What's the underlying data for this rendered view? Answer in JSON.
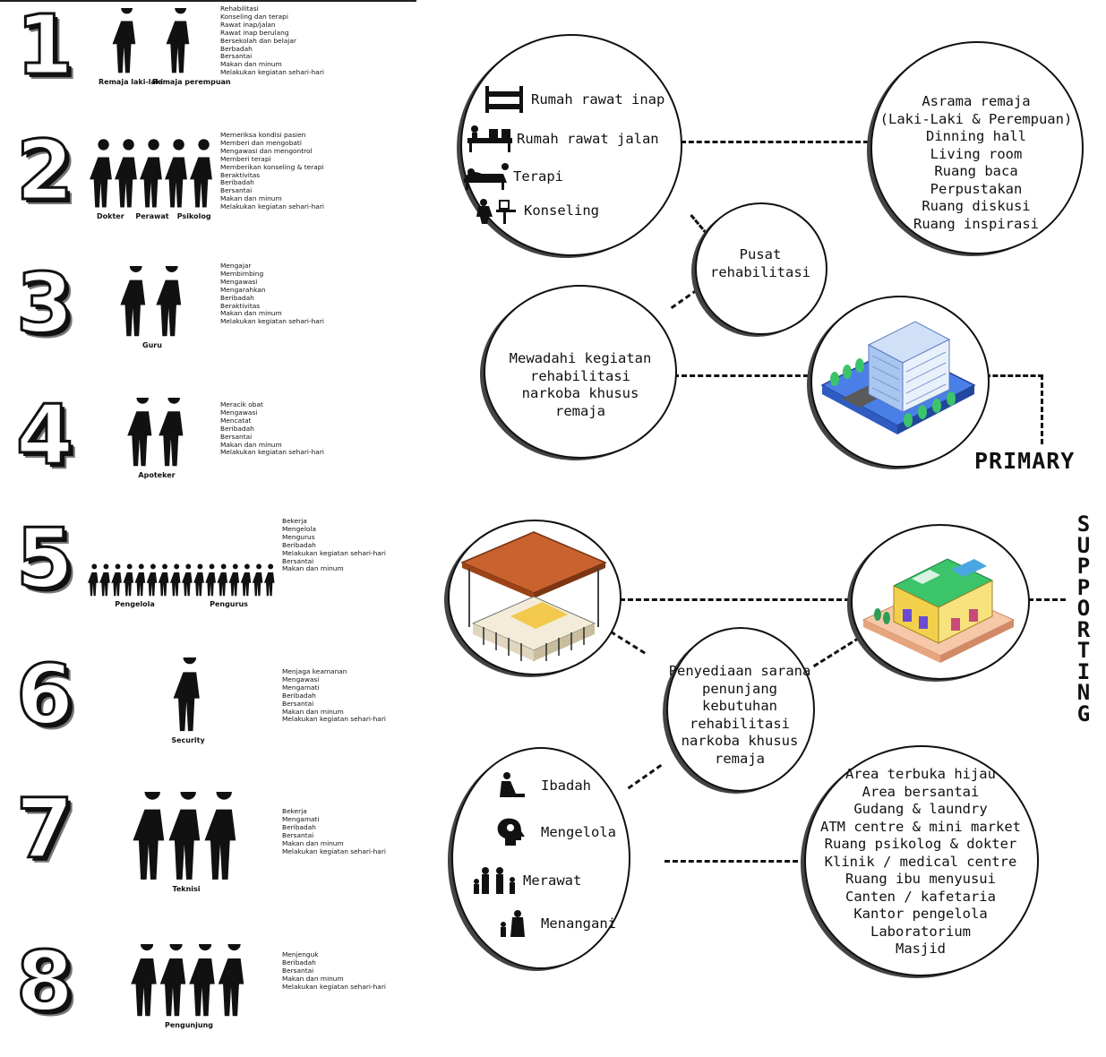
{
  "rows": [
    {
      "number": "1",
      "roles": [
        "Remaja laki-laki",
        "Remaja perempuan"
      ],
      "activities": [
        "Rehabilitasi",
        "Konseling dan terapi",
        "Rawat inap/jalan",
        "Rawat inap berulang",
        "Bersekolah dan belajar",
        "Berbadah",
        "Bersantai",
        "Makan dan minum",
        "Melakukan kegiatan sehari-hari"
      ]
    },
    {
      "number": "2",
      "roles": [
        "Dokter",
        "Perawat",
        "Psikolog"
      ],
      "activities": [
        "Memeriksa kondisi pasien",
        "Memberi dan mengobati",
        "Mengawasi dan mengontrol",
        "Memberi terapi",
        "Memberikan konseling & terapi",
        "Beraktivitas",
        "Beribadah",
        "Bersantai",
        "Makan dan minum",
        "Melakukan kegiatan sehari-hari"
      ]
    },
    {
      "number": "3",
      "roles": [
        "Guru"
      ],
      "activities": [
        "Mengajar",
        "Membimbing",
        "Mengawasi",
        "Mengarahkan",
        "Beribadah",
        "Beraktivitas",
        "Makan dan minum",
        "Melakukan kegiatan sehari-hari"
      ]
    },
    {
      "number": "4",
      "roles": [
        "Apoteker"
      ],
      "activities": [
        "Meracik obat",
        "Mengawasi",
        "Mencatat",
        "Beribadah",
        "Bersantai",
        "Makan dan minum",
        "Melakukan kegiatan sehari-hari"
      ]
    },
    {
      "number": "5",
      "roles": [
        "Pengelola",
        "Pengurus"
      ],
      "activities": [
        "Bekerja",
        "Mengelola",
        "Mengurus",
        "Beribadah",
        "Melakukan kegiatan sehari-hari",
        "Bersantai",
        "Makan dan minum"
      ]
    },
    {
      "number": "6",
      "roles": [
        "Security"
      ],
      "activities": [
        "Menjaga keamanan",
        "Mengawasi",
        "Mengamati",
        "Beribadah",
        "Bersantai",
        "Makan dan minum",
        "Melakukan kegiatan sehari-hari"
      ]
    },
    {
      "number": "7",
      "roles": [
        "Teknisi"
      ],
      "activities": [
        "Bekerja",
        "Mengamati",
        "Beribadah",
        "Bersantai",
        "Makan dan minum",
        "Melakukan kegiatan sehari-hari"
      ]
    },
    {
      "number": "8",
      "roles": [
        "Pengunjung"
      ],
      "activities": [
        "Menjenguk",
        "Beribadah",
        "Bersantai",
        "Makan dan minum",
        "Melakukan kegiatan sehari-hari"
      ]
    }
  ],
  "primary": {
    "label": "PRIMARY",
    "activities": [
      {
        "icon": "bunk-bed-icon",
        "label": "Rumah rawat inap"
      },
      {
        "icon": "waiting-room-icon",
        "label": "Rumah rawat jalan"
      },
      {
        "icon": "therapy-couch-icon",
        "label": "Terapi"
      },
      {
        "icon": "counseling-desk-icon",
        "label": "Konseling"
      }
    ],
    "rooms": [
      "Asrama remaja",
      "(Laki-Laki & Perempuan)",
      "Dinning hall",
      "Living room",
      "Ruang baca",
      "Perpustakan",
      "Ruang diskusi",
      "Ruang inspirasi"
    ],
    "center": "Pusat rehabilitasi",
    "purpose": "Mewadahi kegiatan rehabilitasi narkoba khusus remaja"
  },
  "supporting": {
    "label": "SUPPORTING",
    "purpose": "Penyediaan sarana penunjang kebutuhan rehabilitasi narkoba khusus remaja",
    "activities": [
      {
        "icon": "praying-person-icon",
        "label": "Ibadah"
      },
      {
        "icon": "head-gears-icon",
        "label": "Mengelola"
      },
      {
        "icon": "family-icon",
        "label": "Merawat"
      },
      {
        "icon": "caregiver-child-icon",
        "label": "Menangani"
      }
    ],
    "rooms": [
      "Area terbuka hijau",
      "Area bersantai",
      "Gudang & laundry",
      "ATM centre & mini market",
      "Ruang psikolog & dokter",
      "Klinik / medical centre",
      "Ruang ibu menyusui",
      "Canten / kafetaria",
      "Kantor pengelola",
      "Laboratorium",
      "Masjid"
    ]
  },
  "colors": {
    "ink": "#111111",
    "building_blue": "#3a6fe0",
    "roof_orange": "#c9622e",
    "grass_green": "#3cc46a"
  }
}
